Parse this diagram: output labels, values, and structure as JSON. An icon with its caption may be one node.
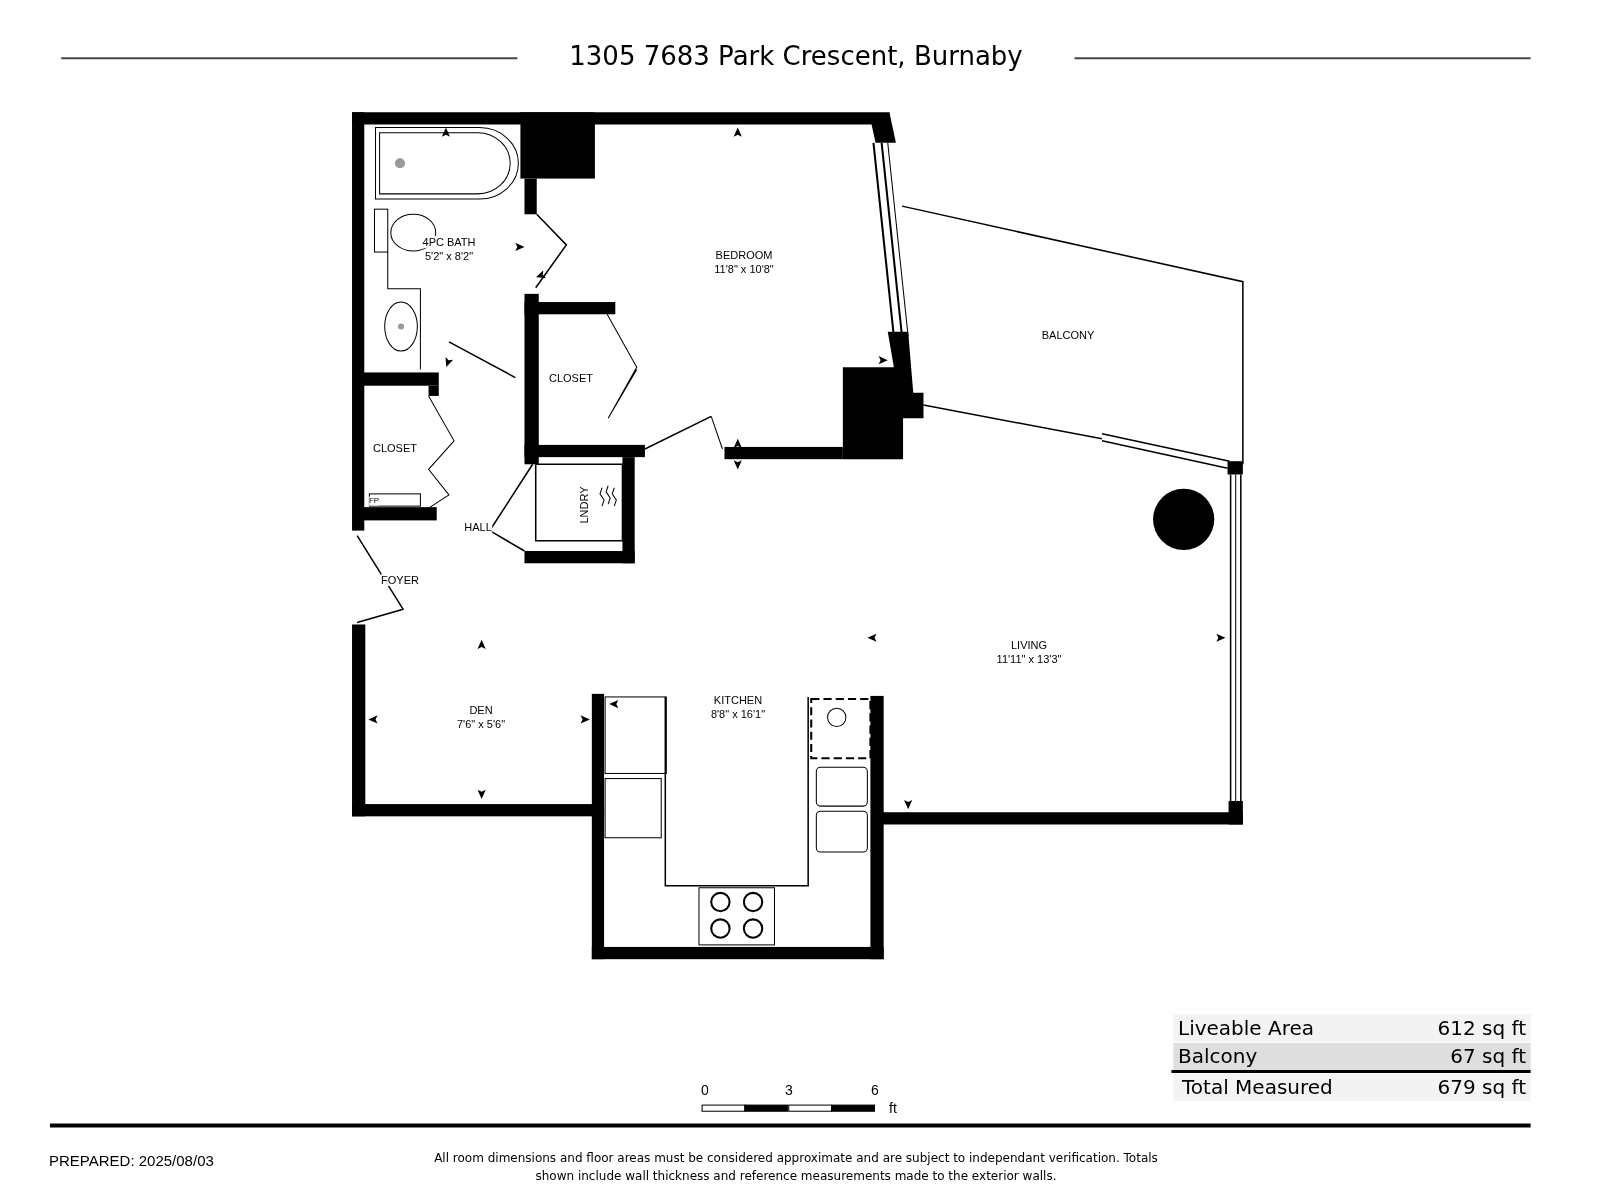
{
  "diagram": {
    "title": "1305 7683 Park Crescent, Burnaby",
    "labels": [
      "4PC BATH",
      "5'2\" x 8'2\"",
      "BEDROOM",
      "11'8\" x 10'8\"",
      "BALCONY",
      "CLOSET",
      "CLOSET",
      "FP",
      "LNDRY",
      "HALL",
      "FOYER",
      "LIVING",
      "11'11\" x 13'3\"",
      "KITCHEN",
      "8'8\" x 16'1\"",
      "DEN",
      "7'6\" x 5'6\"",
      "Liveable Area",
      "612 sq ft",
      "Balcony",
      "67 sq ft",
      "Total Measured",
      "679 sq ft",
      "0",
      "3",
      "6",
      "ft",
      "PREPARED: 2025/08/03",
      "All room dimensions and floor areas must be considered approximate and are subject to independant verification. Totals shown include wall thickness and reference measurements made to the exterior walls."
    ]
  }
}
